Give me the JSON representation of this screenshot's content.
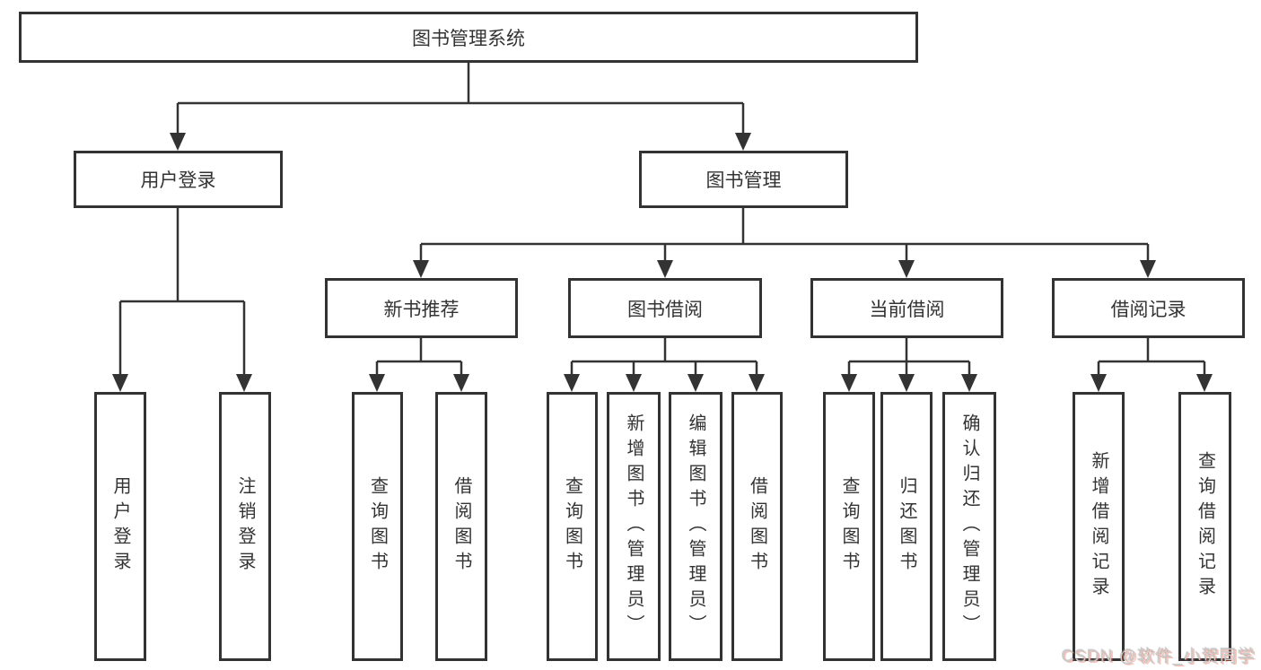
{
  "diagram": {
    "root": "图书管理系统",
    "branches": [
      {
        "label": "用户登录",
        "children": [
          {
            "label": "用户登录"
          },
          {
            "label": "注销登录"
          }
        ]
      },
      {
        "label": "图书管理",
        "children": [
          {
            "label": "新书推荐",
            "children": [
              {
                "label": "查询图书"
              },
              {
                "label": "借阅图书"
              }
            ]
          },
          {
            "label": "图书借阅",
            "children": [
              {
                "label": "查询图书"
              },
              {
                "label": "新增图书（管理员）"
              },
              {
                "label": "编辑图书（管理员）"
              },
              {
                "label": "借阅图书"
              }
            ]
          },
          {
            "label": "当前借阅",
            "children": [
              {
                "label": "查询图书"
              },
              {
                "label": "归还图书"
              },
              {
                "label": "确认归还（管理员）"
              }
            ]
          },
          {
            "label": "借阅记录",
            "children": [
              {
                "label": "新增借阅记录"
              },
              {
                "label": "查询借阅记录"
              }
            ]
          }
        ]
      }
    ]
  },
  "watermark": {
    "text": "CSDN @软件_小贺同学"
  },
  "colors": {
    "line": "#333333",
    "box_border": "#333333",
    "text": "#333333",
    "background": "#ffffff",
    "watermark_gray": "#c9c9c9",
    "watermark_accent": "#fc5531"
  }
}
